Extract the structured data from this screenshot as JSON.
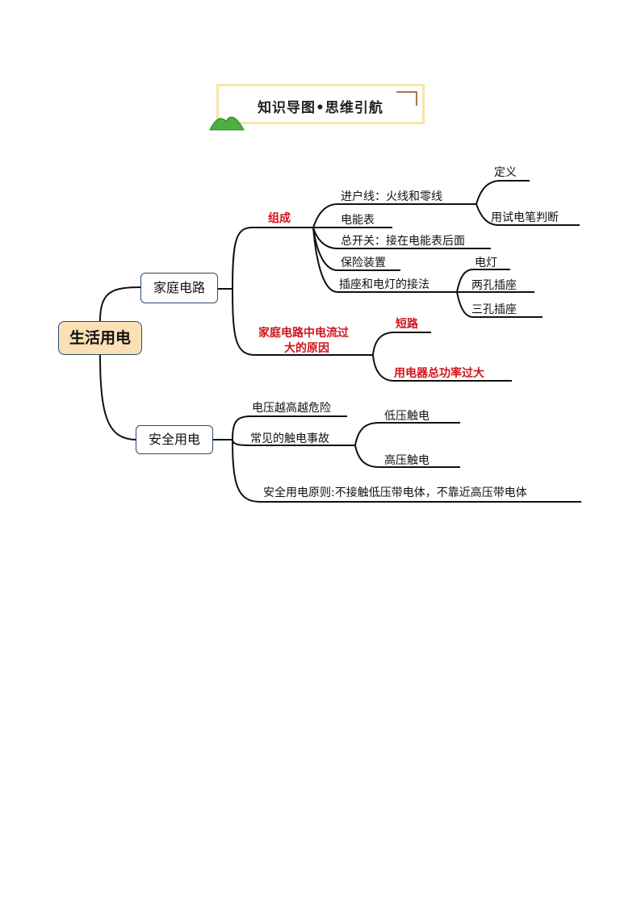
{
  "title": "知识导图•思维引航",
  "root": "生活用电",
  "branches": {
    "home": {
      "label": "家庭电路",
      "composition": {
        "label": "组成",
        "items": {
          "entry": "进户线：火线和零线",
          "entry_sub": [
            "定义",
            "用试电笔判断"
          ],
          "meter": "电能表",
          "switch": "总开关：接在电能表后面",
          "fuse": "保险装置",
          "socket": "插座和电灯的接法",
          "socket_sub": [
            "电灯",
            "两孔插座",
            "三孔插座"
          ]
        }
      },
      "overcurrent": {
        "label_line1": "家庭电路中电流过",
        "label_line2": "大的原因",
        "causes": [
          "短路",
          "用电器总功率过大"
        ]
      }
    },
    "safety": {
      "label": "安全用电",
      "voltage": "电压越高越危险",
      "accidents": {
        "label": "常见的触电事故",
        "items": [
          "低压触电",
          "高压触电"
        ]
      },
      "principle": "安全用电原则:不接触低压带电体，不靠近高压带电体"
    }
  },
  "colors": {
    "line": "#111111",
    "node_border": "#2b4a6f",
    "root_fill": "#fbe0b5",
    "accent_red": "#d0141b",
    "title_border": "#f6e7a8",
    "hill": "#4caf3f"
  }
}
